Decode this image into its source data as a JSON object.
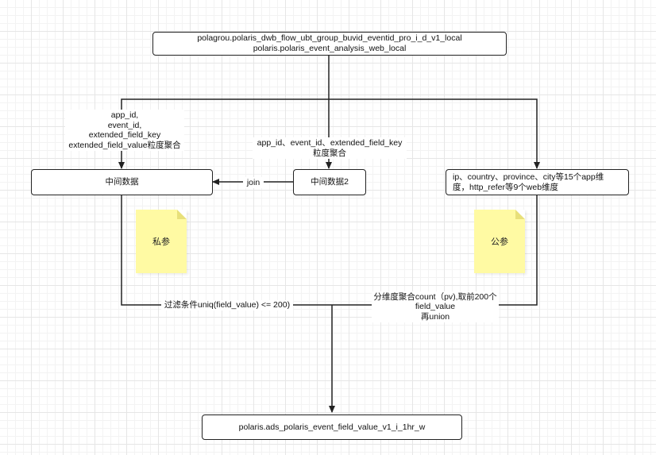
{
  "diagram": {
    "source_box": {
      "line1": "polagrou.polaris_dwb_flow_ubt_group_buvid_eventid_pro_i_d_v1_local",
      "line2": "polaris.polaris_event_analysis_web_local"
    },
    "left_edge_label": {
      "lines": [
        "app_id,",
        "event_id,",
        "extended_field_key",
        "extended_field_value粒度聚合"
      ]
    },
    "middle_edge_label": {
      "lines": [
        "app_id、event_id、extended_field_key",
        "粒度聚合"
      ]
    },
    "intermediate_data": "中间数据",
    "intermediate_data_2": "中间数据2",
    "join_label": "join",
    "dimensions_box": {
      "line1": "ip、country、province、city等15个app维",
      "line2": "度，http_refer等9个web维度"
    },
    "private_note": "私参",
    "public_note": "公参",
    "filter_label": "过滤条件uniq(field_value) <= 200)",
    "agg_label": {
      "lines": [
        "分维度聚合count（pv),取前200个",
        "field_value",
        "再union"
      ]
    },
    "target_box": "polaris.ads_polaris_event_field_value_v1_i_1hr_w"
  },
  "colors": {
    "note_fill": "#fffaa3",
    "line": "#222222",
    "grid": "#e6e6e6"
  }
}
